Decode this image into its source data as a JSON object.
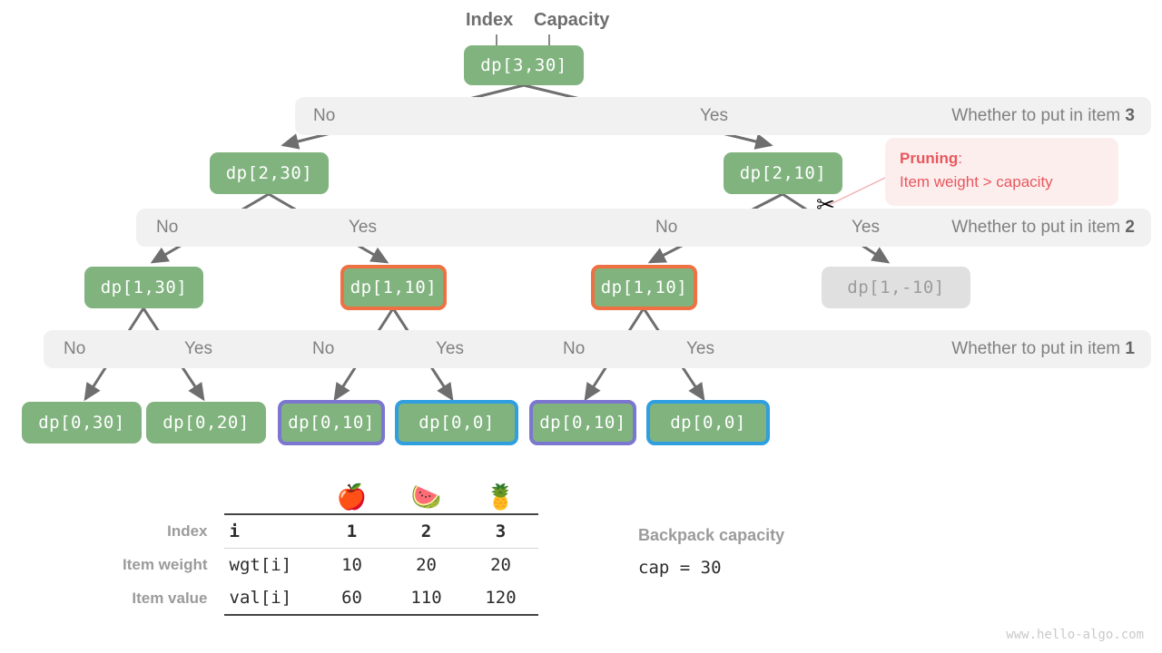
{
  "headers": {
    "index": "Index",
    "capacity": "Capacity"
  },
  "nodes": {
    "root": {
      "label": "dp[3,30]"
    },
    "l2a": {
      "label": "dp[2,30]"
    },
    "l2b": {
      "label": "dp[2,10]"
    },
    "l3a": {
      "label": "dp[1,30]"
    },
    "l3b": {
      "label": "dp[1,10]"
    },
    "l3c": {
      "label": "dp[1,10]"
    },
    "l3d": {
      "label": "dp[1,-10]"
    },
    "l4a": {
      "label": "dp[0,30]"
    },
    "l4b": {
      "label": "dp[0,20]"
    },
    "l4c": {
      "label": "dp[0,10]"
    },
    "l4d": {
      "label": "dp[0,0]"
    },
    "l4e": {
      "label": "dp[0,10]"
    },
    "l4f": {
      "label": "dp[0,0]"
    }
  },
  "bands": {
    "item3": {
      "no": "No",
      "yes": "Yes",
      "question_prefix": "Whether to put in item ",
      "question_item": "3"
    },
    "item2": {
      "no1": "No",
      "yes1": "Yes",
      "no2": "No",
      "yes2": "Yes",
      "question_prefix": "Whether to put in item ",
      "question_item": "2"
    },
    "item1": {
      "no1": "No",
      "yes1": "Yes",
      "no2": "No",
      "yes2": "Yes",
      "no3": "No",
      "yes3": "Yes",
      "question_prefix": "Whether to put in item ",
      "question_item": "1"
    }
  },
  "pruning": {
    "title": "Pruning",
    "colon": ":",
    "reason": "Item weight > capacity",
    "scissors_icon": "✂"
  },
  "table": {
    "row_labels": {
      "index": "Index",
      "weight": "Item weight",
      "value": "Item value"
    },
    "code_labels": {
      "index": "i",
      "weight": "wgt[i]",
      "value": "val[i]"
    },
    "fruits": [
      "🍎",
      "🍉",
      "🍍"
    ],
    "indices": [
      "1",
      "2",
      "3"
    ],
    "weights": [
      "10",
      "20",
      "20"
    ],
    "values": [
      "60",
      "110",
      "120"
    ]
  },
  "capacity_info": {
    "title": "Backpack capacity",
    "value": "cap = 30"
  },
  "watermark": "www.hello-algo.com",
  "colors": {
    "node_green": "#81b37f",
    "node_gray": "#e0e0e0",
    "border_orange": "#ef7042",
    "border_purple": "#7b76cf",
    "border_blue": "#2f9fe0",
    "band_bg": "#f1f1f1",
    "edge": "#6e6e6e",
    "pruning_red": "#e8575c",
    "pruning_bg": "#fdeeee"
  }
}
